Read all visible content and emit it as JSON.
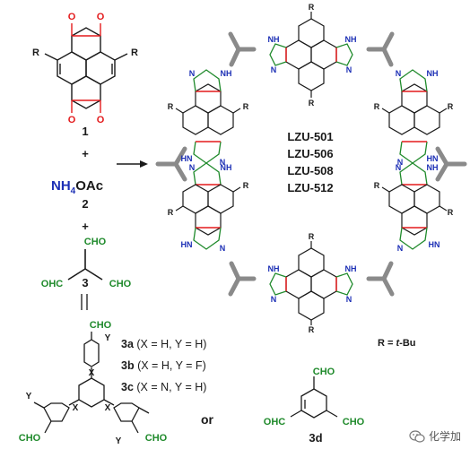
{
  "colors": {
    "bond": "#1a1a1a",
    "dione": "#e31a1c",
    "ammonium": "#1c2fb5",
    "aldehyde": "#1f8a2b",
    "linker": "#8a8a8a",
    "imidazole_n": "#1c2fb5",
    "imidazole_c": "#1f8a2b",
    "fused_bond": "#e31a1c"
  },
  "reactants": {
    "compound1": {
      "number": "1",
      "substituent": "R"
    },
    "plus1": "+",
    "compound2": {
      "formula_nh": "NH",
      "formula_sub": "4",
      "formula_rest": "OAc",
      "number": "2"
    },
    "plus2": "+",
    "compound3": {
      "aldehyde": "CHO",
      "aldehyde_left": "OHC",
      "aldehyde_right": "CHO",
      "number": "3"
    },
    "equals": "||",
    "compound3abc": {
      "aldehyde": "CHO",
      "x_atom": "X",
      "y_atom": "Y",
      "variants": [
        {
          "label": "3a",
          "detail": "(X = H, Y = H)"
        },
        {
          "label": "3b",
          "detail": "(X = H, Y = F)"
        },
        {
          "label": "3c",
          "detail": "(X = N, Y = H)"
        }
      ]
    },
    "or": "or",
    "compound3d": {
      "aldehyde_top": "CHO",
      "aldehyde_left": "OHC",
      "aldehyde_right": "CHO",
      "number": "3d"
    }
  },
  "product": {
    "frameworks": [
      "LZU-501",
      "LZU-506",
      "LZU-508",
      "LZU-512"
    ],
    "r_prefix": "R = ",
    "r_value": "t",
    "r_suffix": "-Bu",
    "substituent": "R",
    "imidazole_nh": "NH",
    "imidazole_n": "N",
    "imidazole_hn": "HN"
  },
  "watermark": {
    "text": "化学加",
    "icon": "wechat-icon"
  }
}
